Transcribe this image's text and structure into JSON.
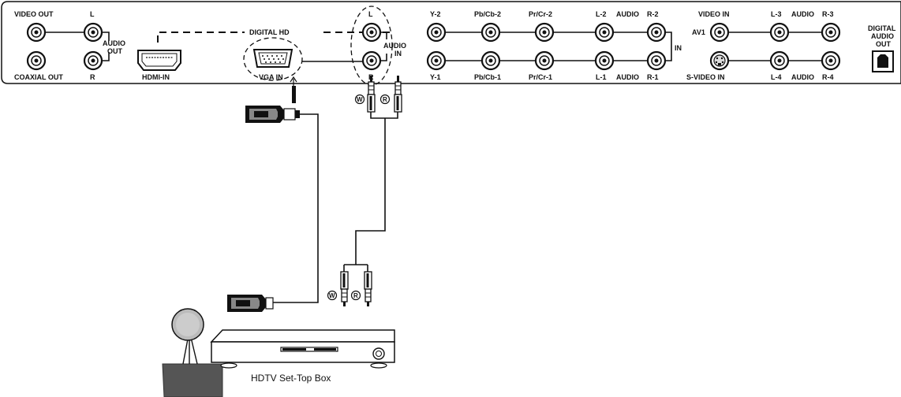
{
  "panel": {
    "video_out": "VIDEO OUT",
    "coaxial_out": "COAXIAL OUT",
    "audio_out_l": "L",
    "audio_out_r": "R",
    "audio_out_line1": "AUDIO",
    "audio_out_line2": "OUT",
    "hdmi_in": "HDMI-IN",
    "digital_hd": "DIGITAL HD",
    "vga_in": "VGA IN",
    "audio_in_l": "L",
    "audio_in_r": "R",
    "audio_in_line1": "AUDIO",
    "audio_in_line2": "IN",
    "component": {
      "y2": "Y-2",
      "pb2": "Pb/Cb-2",
      "pr2": "Pr/Cr-2",
      "l2": "L-2",
      "audio2": "AUDIO",
      "r2": "R-2",
      "y1": "Y-1",
      "pb1": "Pb/Cb-1",
      "pr1": "Pr/Cr-1",
      "l1": "L-1",
      "audio1": "AUDIO",
      "r1": "R-1",
      "in": "IN"
    },
    "av": {
      "video_in": "VIDEO IN",
      "av1": "AV1",
      "s_video_in": "S-VIDEO IN",
      "l3": "L-3",
      "audio3": "AUDIO",
      "r3": "R-3",
      "l4": "L-4",
      "audio4": "AUDIO",
      "r4": "R-4"
    },
    "digital_audio_out_line1": "DIGITAL",
    "digital_audio_out_line2": "AUDIO",
    "digital_audio_out_line3": "OUT"
  },
  "cable": {
    "plug_w": "W",
    "plug_r": "R"
  },
  "device": {
    "caption": "HDTV Set-Top Box"
  }
}
